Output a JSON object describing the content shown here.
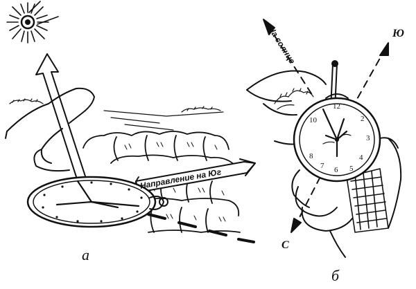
{
  "left_figure": {
    "label": "а",
    "direction_text": "Направление на Юг"
  },
  "right_figure": {
    "label": "б",
    "sun_text": "На солнце",
    "south_letter": "Ю",
    "north_letter": "С",
    "dial_numbers": [
      "12",
      "2",
      "3",
      "4",
      "5",
      "6",
      "7",
      "8",
      "10"
    ]
  }
}
